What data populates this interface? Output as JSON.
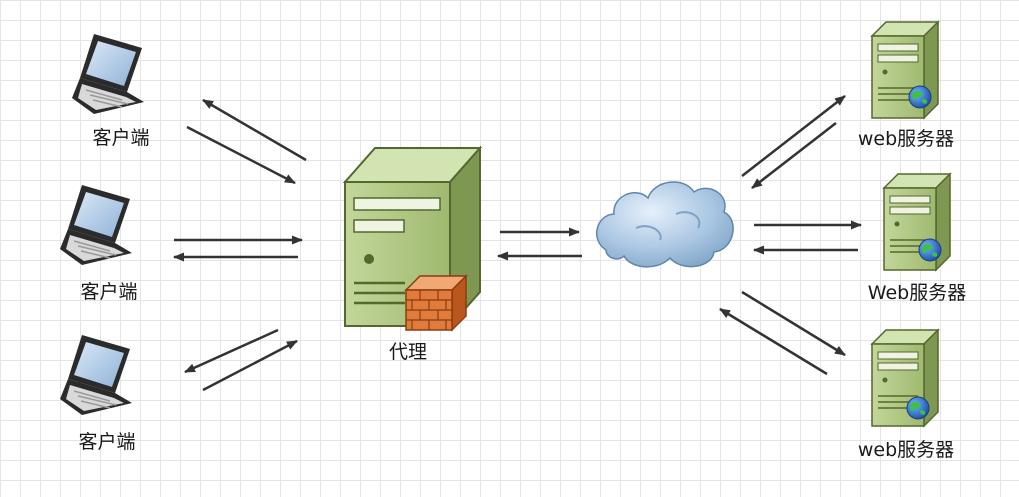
{
  "nodes": {
    "client_1": {
      "label": "客户端"
    },
    "client_2": {
      "label": "客户端"
    },
    "client_3": {
      "label": "客户端"
    },
    "proxy": {
      "label": "代理"
    },
    "internet": {
      "icon": "cloud-icon"
    },
    "server_1": {
      "label": "web服务器"
    },
    "server_2": {
      "label": "Web服务器"
    },
    "server_3": {
      "label": "web服务器"
    }
  },
  "colors": {
    "arrow": "#333333",
    "server_body": "#a9c27a",
    "server_dark": "#7e9852",
    "firewall": "#e07b3c",
    "cloud": "#9dbcd8"
  }
}
